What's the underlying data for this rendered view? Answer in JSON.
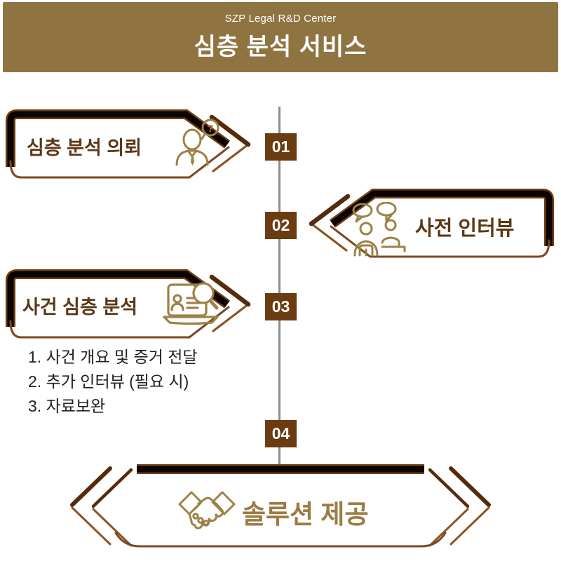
{
  "header": {
    "org": "SZP Legal R&D Center",
    "title": "심층 분석 서비스",
    "bg_color": "#8F7441",
    "text_color": "#FFFFFF"
  },
  "timeline": {
    "line_color": "#8C8C8C",
    "number_box_color": "#6B3C12",
    "number_text_color": "#FFFFFF"
  },
  "steps": [
    {
      "number": "01",
      "label": "심층 분석 의뢰",
      "side": "left",
      "icon": "person-question-icon"
    },
    {
      "number": "02",
      "label": "사전 인터뷰",
      "side": "right",
      "icon": "people-chat-icon"
    },
    {
      "number": "03",
      "label": "사건 심층 분석",
      "side": "left",
      "icon": "laptop-search-icon",
      "details": [
        "1. 사건 개요 및 증거 전달",
        "2. 추가 인터뷰 (필요 시)",
        "3. 자료보완"
      ]
    },
    {
      "number": "04",
      "label": "솔루션 제공",
      "side": "center",
      "icon": "handshake-icon"
    }
  ],
  "colors": {
    "card_dark_band": "#0A0500",
    "card_brown_outline": "#6E3D12",
    "card_thin_line": "#7C4823",
    "chevron_thick": "#552B0C",
    "chevron_thin": "#8A5426",
    "label_dark_brown": "#5B3817",
    "icon_gold": "#9C8246",
    "solution_text_gold": "#9B7C43",
    "details_text": "#202020"
  }
}
